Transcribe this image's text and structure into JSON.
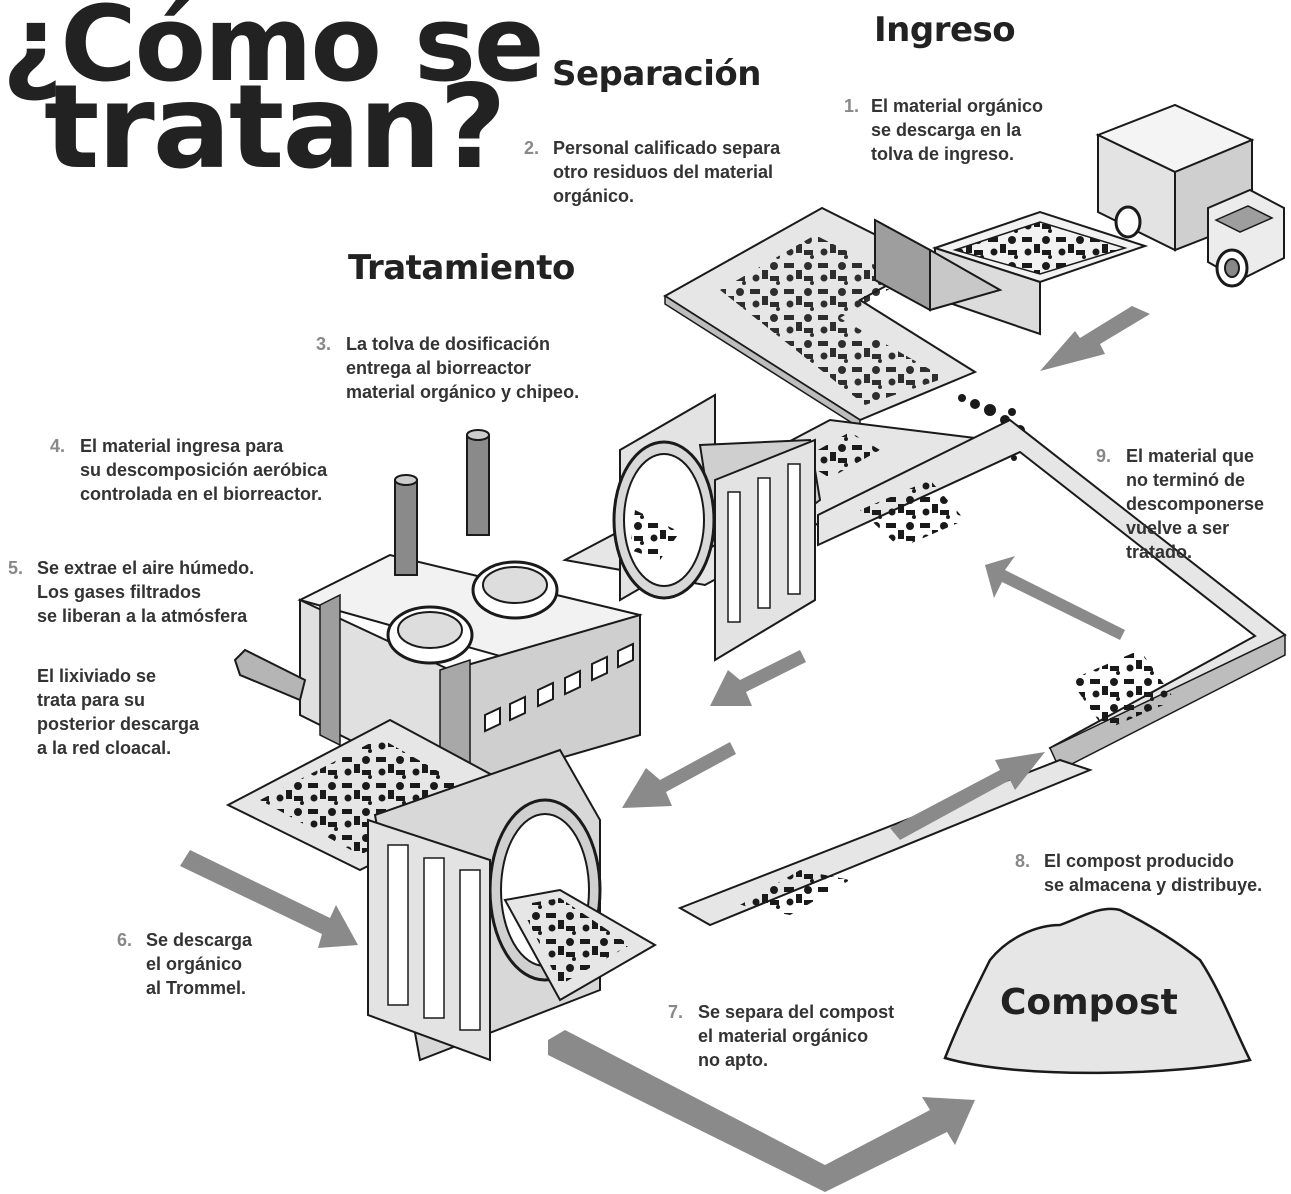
{
  "title": {
    "line1": "¿Cómo se",
    "line2": "tratan?"
  },
  "headings": {
    "ingreso": "Ingreso",
    "separacion": "Separación",
    "tratamiento": "Tratamiento"
  },
  "steps": [
    {
      "num": "1.",
      "text": "El material orgánico\nse descarga en la\ntolva de ingreso."
    },
    {
      "num": "2.",
      "text": "Personal calificado separa\notro residuos del material\norgánico."
    },
    {
      "num": "3.",
      "text": "La tolva de dosificación\nentrega al biorreactor\nmaterial orgánico y chipeo."
    },
    {
      "num": "4.",
      "text": "El material ingresa para\nsu descomposición aeróbica\ncontrolada en el biorreactor."
    },
    {
      "num": "5.",
      "text": "Se extrae el aire húmedo.\nLos gases filtrados\nse liberan a la atmósfera"
    },
    {
      "num": "6.",
      "text": "Se descarga\nel orgánico\nal Trommel."
    },
    {
      "num": "7.",
      "text": "Se separa del compost\nel material orgánico\nno apto."
    },
    {
      "num": "8.",
      "text": "El compost producido\nse almacena y distribuye."
    },
    {
      "num": "9.",
      "text": "El material que\nno terminó de\ndescomponerse\nvuelve a ser\ntratado."
    }
  ],
  "leachate_note": "El lixiviado se\ntrata para su\nposterior descarga\na la red cloacal.",
  "compost_label": "Compost",
  "colors": {
    "ink": "#222222",
    "num": "#888888",
    "arrow": "#8a8a8a",
    "plate": "#e6e6e6",
    "outline": "#1a1a1a"
  }
}
